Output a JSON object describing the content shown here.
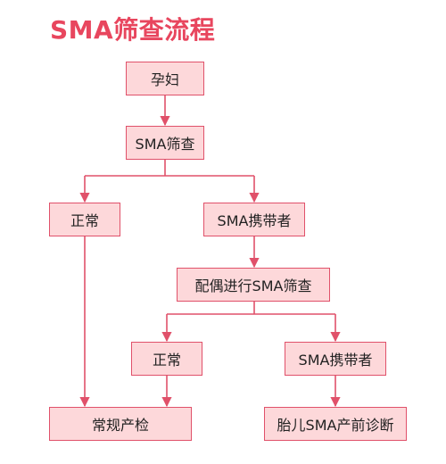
{
  "title": "SMA筛查流程",
  "nodes": {
    "pregnant": "孕妇",
    "sma_screening": "SMA筛查",
    "normal_1": "正常",
    "sma_carrier_1": "SMA携带者",
    "spouse_screening": "配偶进行SMA筛查",
    "normal_2": "正常",
    "sma_carrier_2": "SMA携带者",
    "routine_checkup": "常规产检",
    "prenatal_diagnosis": "胎儿SMA产前诊断"
  },
  "colors": {
    "title": "#e8465e",
    "box_fill": "#fdd8da",
    "box_border": "#e0516a",
    "connector": "#e0516a"
  }
}
